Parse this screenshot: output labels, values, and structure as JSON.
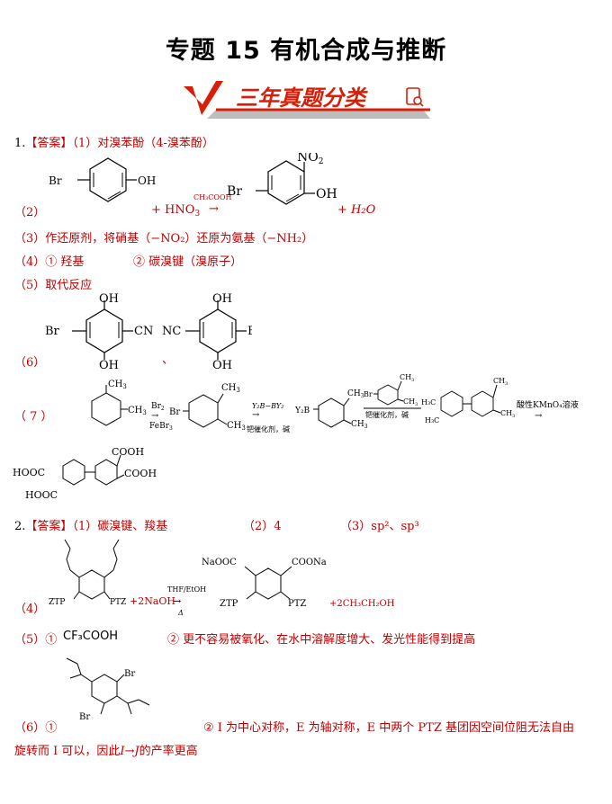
{
  "title": "专题 15  有机合成与推断",
  "banner": {
    "text": "三年真题分类",
    "colors": {
      "red": "#d81e06",
      "grey": "#bdbdbd"
    }
  },
  "q1": {
    "num": "1.",
    "answer_tag": "【答案】",
    "a1": "（1）对溴苯酚（4-溴苯酚）",
    "a2_label": "（2）",
    "a2_reagent": "+ HNO",
    "a2_reagent_sub": "3",
    "a2_cond": "CH₃COOH",
    "a2_arrow": "→",
    "a2_water": "+ H₂O",
    "a2_br": "Br",
    "a2_oh": "OH",
    "a2_no2": "NO",
    "a2_no2_sub": "2",
    "a3": "（3）作还原剂，将硝基（−NO₂）还原为氨基（−NH₂）",
    "a4_1": "（4）① 羟基",
    "a4_2": "② 碳溴键（溴原子）",
    "a5": "（5）取代反应",
    "a6_label": "（6）",
    "a6_sep": "、",
    "a6_s1": {
      "oh_top": "OH",
      "br": "Br",
      "cn": "CN",
      "oh_bottom": "OH"
    },
    "a6_s2": {
      "oh_top": "OH",
      "nc": "NC",
      "br": "Br",
      "oh_bottom": "OH"
    },
    "a7_label": "（    7    ）",
    "a7": {
      "ch3": "CH",
      "ch3_sub": "3",
      "br2": "Br",
      "br2_sub": "2",
      "febr3": "FeBr",
      "febr3_sub": "3",
      "br": "Br",
      "reagent2": "Y₂B−BY₂",
      "cond2": "钯催化剂，碱",
      "y2b": "Y₂B",
      "cond3": "钯催化剂，碱",
      "h3c": "H₃C",
      "kmno4": "酸性KMnO₄溶液",
      "arrow": "→"
    },
    "a7_product": {
      "cooh1": "COOH",
      "hooc1": "HOOC",
      "cooh2": "COOH",
      "hooc2": "HOOC"
    }
  },
  "q2": {
    "num": "2.",
    "answer_tag": "【答案】",
    "a1": "（1）碳溴键、羧基",
    "a2": "（2）4",
    "a3": "（3）sp²、sp³",
    "a4_label": "（4）",
    "a4_ztp": "ZTP",
    "a4_ptz": "PTZ",
    "a4_naoh": "+2NaOH",
    "a4_cond_top": "THF/EtOH",
    "a4_arrow": "→",
    "a4_cond_bottom": "Δ",
    "a4_naooc": "NaOOC",
    "a4_coona": "COONa",
    "a4_ethanol": "+2CH₃CH₂OH",
    "a5_1": "（5）①",
    "a5_cf3": "CF₃COOH",
    "a5_2": "② 更不容易被氧化、在水中溶解度增大、发光性能得到提高",
    "a6_1": "（6）①",
    "a6_br": "Br",
    "a6_2": "② I 为中心对称，E 为轴对称，E 中两个 PTZ 基团因空间位阻无法自由",
    "a6_3": "旋转而 I 可以，因此",
    "a6_3b": "I→J",
    "a6_3c": "的产率更高"
  }
}
